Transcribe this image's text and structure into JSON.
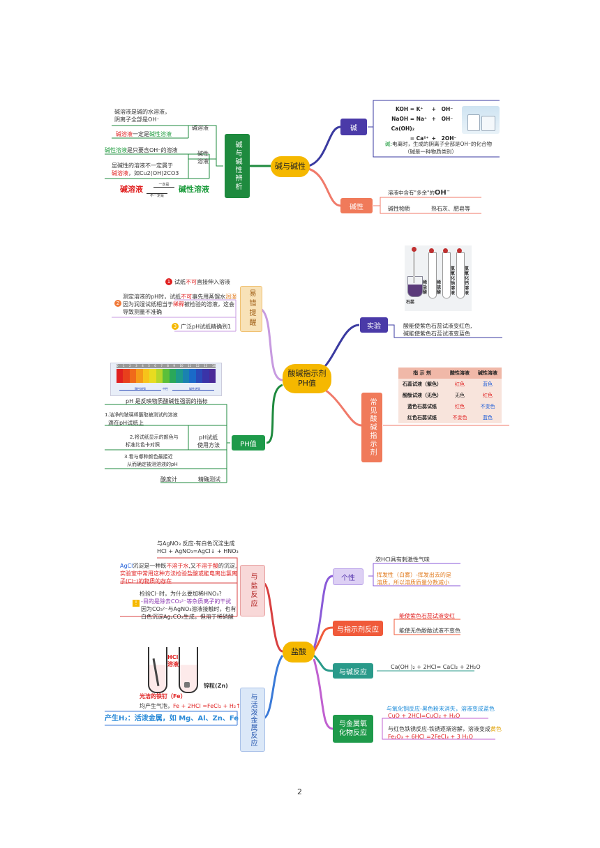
{
  "page_number": "2",
  "section1": {
    "center": "碱与碱性",
    "left_node": "碱与碱性辨析",
    "jian_node": "碱",
    "jianxing_node": "碱性",
    "equations": [
      {
        "lhs": "KOH =",
        "ion": "K⁺",
        "op": "+",
        "oh": "OH⁻"
      },
      {
        "lhs": "NaOH =",
        "ion": "Na⁺",
        "op": "+",
        "oh": "OH⁻"
      },
      {
        "lhs": "Ca(OH)₂ =",
        "ion": "Ca²⁺",
        "op": "+",
        "oh": "2OH⁻"
      }
    ],
    "jian_def_prefix": "碱:",
    "jian_def": "电离时，生成的阴离子全部是OH⁻的化合物",
    "jian_def2": "（碱是一种物质类别）",
    "jianxing_line1_a": "溶液中含有",
    "jianxing_line1_b": "\"多余\"的",
    "jianxing_line1_oh": "OH⁻",
    "jianxing_line2_a": "碱性物质",
    "jianxing_line2_b": "熟石灰、肥皂等",
    "left_texts": {
      "l1": "碱溶液是碱的水溶液，",
      "l2": "阴离子全部是OH⁻",
      "label_jrongye": "碱溶液",
      "l3_red": "碱溶液",
      "l3_mid": "一定是",
      "l3_grn": "碱性溶液",
      "l4_grn": "碱性溶液",
      "l4_rest": "是只要含OH⁻的溶液",
      "label_jxry1": "碱性",
      "label_jxry2": "溶液",
      "l5": "显碱性的溶液不一定属于",
      "l6_red": "碱溶液",
      "l6_rest": "，如Cu2(OH)2CO3",
      "big_red": "碱溶液",
      "big_grn": "碱性溶液",
      "arrow_top": "一定是",
      "arrow_bot": "不一定是"
    }
  },
  "section2": {
    "center": "酸碱指示剂\nPH值",
    "yicuo_node": "易错提醒",
    "shiyan_node": "实验",
    "ph_node": "PH值",
    "changjian_node": "常见酸碱指示剂",
    "tubes": [
      "石蕊",
      "稀盐酸",
      "稀硫酸",
      "氢氧化钠溶液",
      "氢氧化钙溶液"
    ],
    "shiyan_text1": "酸能使紫色石蕊试液变红色,",
    "shiyan_text2": "碱能使紫色石蕊试液变蓝色",
    "tips": {
      "n1": "1",
      "t1_a": "试纸",
      "t1_red": "不可",
      "t1_b": "直接伸入溶液",
      "t2_l1_a": "测定溶液的pH时，试纸",
      "t2_l1_red": "不可",
      "t2_l1_b": "事先用蒸馏水",
      "t2_l1_org": "润湿",
      "n2": "2",
      "t2_l2_a": "因为润湿试纸相当于",
      "t2_l2_red": "稀释",
      "t2_l2_b": "被检验的溶液，这会",
      "t2_l3": "导致测量不准确",
      "n3": "3",
      "t3": "广泛pH试纸精确到1"
    },
    "ph_scale": [
      "0",
      "1",
      "2",
      "3",
      "4",
      "5",
      "6",
      "7",
      "8",
      "9",
      "10",
      "11",
      "12",
      "13",
      "14"
    ],
    "ph_scale_colors": [
      "#e02020",
      "#e8401c",
      "#f06a1a",
      "#f59a18",
      "#f7c31a",
      "#e8dc20",
      "#b6d62a",
      "#5cbf3a",
      "#2aa85a",
      "#1e9a8a",
      "#1a82b0",
      "#1a6ac8",
      "#2a4ab8",
      "#3a34a8",
      "#4a2a98"
    ],
    "ph_bar_left": "酸性增强",
    "ph_bar_mid": "中性",
    "ph_bar_right": "碱性增强",
    "ph_texts": {
      "p0": "pH 是反映物质酸碱性强弱的指标",
      "p1a": "1.洁净的玻璃棒蘸取被测试的溶液",
      "p1b": "滴在pH试纸上",
      "p2a": "2.将试纸显示的颜色与",
      "p2b": "标准比色卡对照",
      "p_lbl1": "pH试纸",
      "p_lbl2": "使用方法",
      "p3a": "3.看与哪种颜色最接近",
      "p3b": "从而确定被测溶液的pH",
      "p4a": "酸度计",
      "p4b": "精确测试"
    },
    "indicator_table": {
      "headers": [
        "指 示 剂",
        "酸性溶液",
        "碱性溶液"
      ],
      "rows": [
        [
          "石蕊试液（紫色）",
          "红色",
          "蓝色"
        ],
        [
          "酚酞试液（无色）",
          "无色",
          "红色"
        ],
        [
          "蓝色石蕊试纸",
          "红色",
          "不变色"
        ],
        [
          "红色石蕊试纸",
          "不变色",
          "蓝色"
        ]
      ],
      "colors": {
        "red": "#e02020",
        "blue": "#1a3ad8"
      }
    }
  },
  "section3": {
    "center": "盐酸",
    "yuyan_node": "与盐反应",
    "yujinshu_node": "与活泼金属反应",
    "gexing_node": "个性",
    "zhishiji_node": "与指示剂反应",
    "jian_node": "与碱反应",
    "yanghua_node": "与金属氧化物反应",
    "salt": {
      "s1": "与AgNO₃ 反应-有白色沉淀生成",
      "s2": "HCl  +  AgNO₃=AgCl↓ + HNO₃",
      "s3_blu": "AgCl",
      "s3_a": "沉淀是一种既",
      "s3_red1": "不溶于水",
      "s3_b": ",又",
      "s3_red2": "不溶于酸",
      "s3_c": "的沉淀,",
      "s4": "实验室中常用这种方法检验盐酸或能电离出氯离",
      "s5": "子(Cl⁻)的物质的存在",
      "q1": "检验Cl⁻时，为什么要加稀HNO₃?",
      "q2": "-目的是除去CO₃²⁻等杂质离子的干扰",
      "q3": "因为CO₃²⁻与AgNO₃溶液接触时，也有",
      "q4": "白色沉淀Ag₂CO₃生成，但溶于稀硝酸",
      "excl": "!"
    },
    "metal": {
      "hcl_label": "HCl\n溶液",
      "zn_label": "锌粒(Zn)",
      "fe_label": "光洁的铁钉（Fe）",
      "eq_a": "均产生气泡，",
      "eq_red": "Fe + 2HCl =FeCl₂ + H₂↑",
      "big_blue": "产生H₂：活泼金属，如 Mg、Al、Zn、Fe"
    },
    "right": {
      "g1": "浓HCl具有刺激性气味",
      "g2": "挥发性（白雾）-挥发出去的是",
      "g3": "溶质，所以溶质质量分数减小",
      "z1": "能使紫色石蕊试液变红",
      "z2": "能使无色酚酞试液不变色",
      "j1": "Ca(OH )₂ + 2HCl= CaCl₂ + 2H₂O",
      "o1": "与氧化铜反应-黑色粉末消失，溶液变成蓝色",
      "o2": "CuO +  2HCl=CuCl₂ + H₂O",
      "o3_a": "与红色铁锈反应-铁锈逐渐溶解，溶液变成",
      "o3_y": "黄色",
      "o4": "Fe₂O₃  +   6HCl  =2FeCl₃  + 3 H₂O"
    }
  }
}
